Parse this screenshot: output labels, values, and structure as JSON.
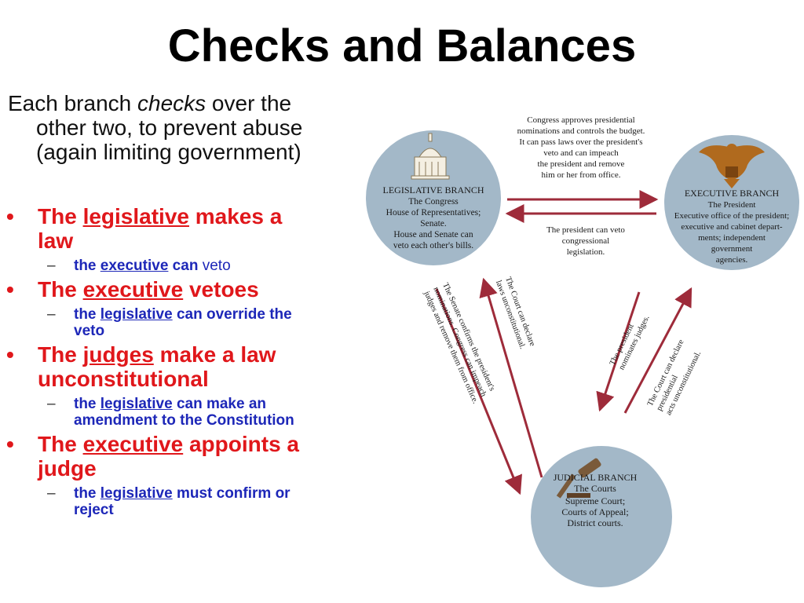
{
  "title": "Checks and Balances",
  "intro": {
    "line1_pre": "Each branch ",
    "line1_em": "checks",
    "line1_post": " over the",
    "line2": "other two, to prevent abuse",
    "line3": "(again limiting government)"
  },
  "bullets": [
    {
      "pre": "The ",
      "key": "legislative",
      "post": " makes a",
      "cont": "law",
      "sub": {
        "pre": "the ",
        "key": "executive",
        "mid": " can ",
        "post": "veto",
        "cont": ""
      }
    },
    {
      "pre": "The ",
      "key": "executive",
      "post": " vetoes",
      "cont": "",
      "sub": {
        "pre": "the ",
        "key": "legislative",
        "mid": " can override the",
        "post": "",
        "cont": "veto"
      }
    },
    {
      "pre": "The ",
      "key": "judges",
      "post": " make a law",
      "cont": "unconstitutional",
      "sub": {
        "pre": "the ",
        "key": "legislative",
        "mid": " can make an",
        "post": "",
        "cont": "amendment to the Constitution"
      }
    },
    {
      "pre": "The ",
      "key": "executive",
      "post": " appoints a",
      "cont": "judge",
      "sub": {
        "pre": "the ",
        "key": "legislative",
        "mid": " must confirm or",
        "post": "",
        "cont": "reject"
      }
    }
  ],
  "diagram": {
    "legislative": {
      "heading": "LEGISLATIVE BRANCH",
      "name": "The Congress",
      "lines": [
        "House of Representatives;",
        "Senate.",
        "House and Senate can",
        "veto each other's bills."
      ]
    },
    "executive": {
      "heading": "EXECUTIVE BRANCH",
      "name": "The President",
      "lines": [
        "Executive office of the president;",
        "executive and cabinet depart-",
        "ments; independent",
        "government",
        "agencies."
      ]
    },
    "judicial": {
      "heading": "JUDICIAL BRANCH",
      "name": "The Courts",
      "lines": [
        "Supreme Court;",
        "Courts of Appeal;",
        "District courts."
      ]
    },
    "congress_to_president": [
      "Congress approves presidential",
      "nominations and controls the budget.",
      "It can pass laws over the president's",
      "veto and can impeach",
      "the president and remove",
      "him or her from office."
    ],
    "president_to_congress": [
      "The president can veto",
      "congressional",
      "legislation."
    ],
    "court_to_congress": [
      "The Court can declare",
      "laws unconstitutional."
    ],
    "senate_to_court": [
      "The Senate confirms the president's",
      "nominations. Congress can impeach",
      "judges and remove them from office."
    ],
    "president_to_court": [
      "The president",
      "nominates judges."
    ],
    "court_to_president": [
      "The Court can declare",
      "presidential",
      "acts unconstitutional."
    ],
    "colors": {
      "circle": "#a3b8c8",
      "arrow": "#9e2b3a",
      "eagle": "#b06a1e",
      "gavel": "#7a5a3a"
    }
  }
}
